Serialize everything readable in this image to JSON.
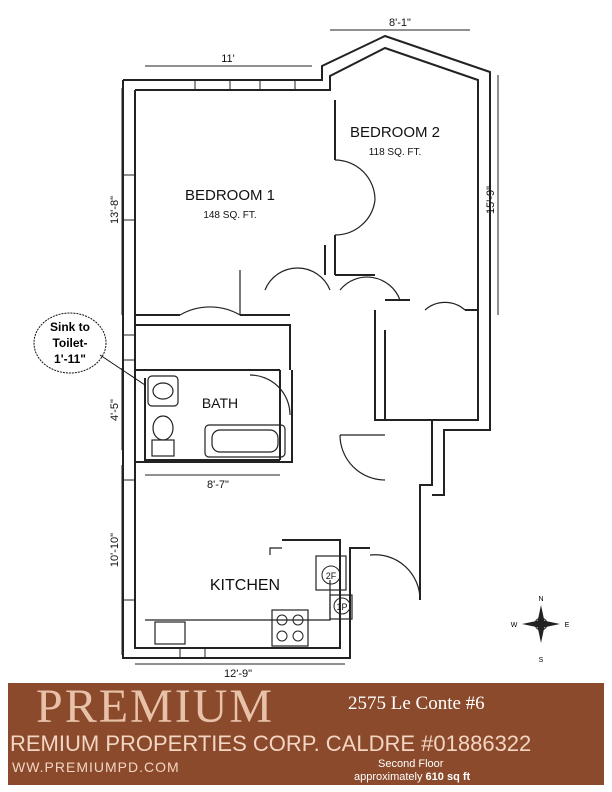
{
  "rooms": {
    "bedroom1": {
      "name": "BEDROOM 1",
      "area": "148 SQ. FT."
    },
    "bedroom2": {
      "name": "BEDROOM 2",
      "area": "118 SQ. FT."
    },
    "bath": {
      "name": "BATH"
    },
    "kitchen": {
      "name": "KITCHEN"
    }
  },
  "dimensions": {
    "d1": "11'",
    "d2": "8'-1\"",
    "d3": "13'-8\"",
    "d4": "15'-9\"",
    "d5": "4'-5\"",
    "d6": "8'-7\"",
    "d7": "10'-10\"",
    "d8": "12'-9\""
  },
  "labels": {
    "two_f": "2F",
    "one_p": "1P"
  },
  "callout": {
    "line1": "Sink to",
    "line2": "Toilet-",
    "line3": "1'-11\""
  },
  "compass": {
    "n": "N",
    "e": "E",
    "s": "S",
    "w": "W"
  },
  "banner": {
    "logo": "PREMIUM",
    "corp": "REMIUM PROPERTIES CORP. CALDRE #01886322",
    "website": "WW.PREMIUMPD.COM",
    "address": "2575 Le Conte #6",
    "floor": "Second Floor",
    "approx_prefix": "approximately",
    "approx_value": "610 sq ft",
    "background": "#8b4a2b"
  }
}
